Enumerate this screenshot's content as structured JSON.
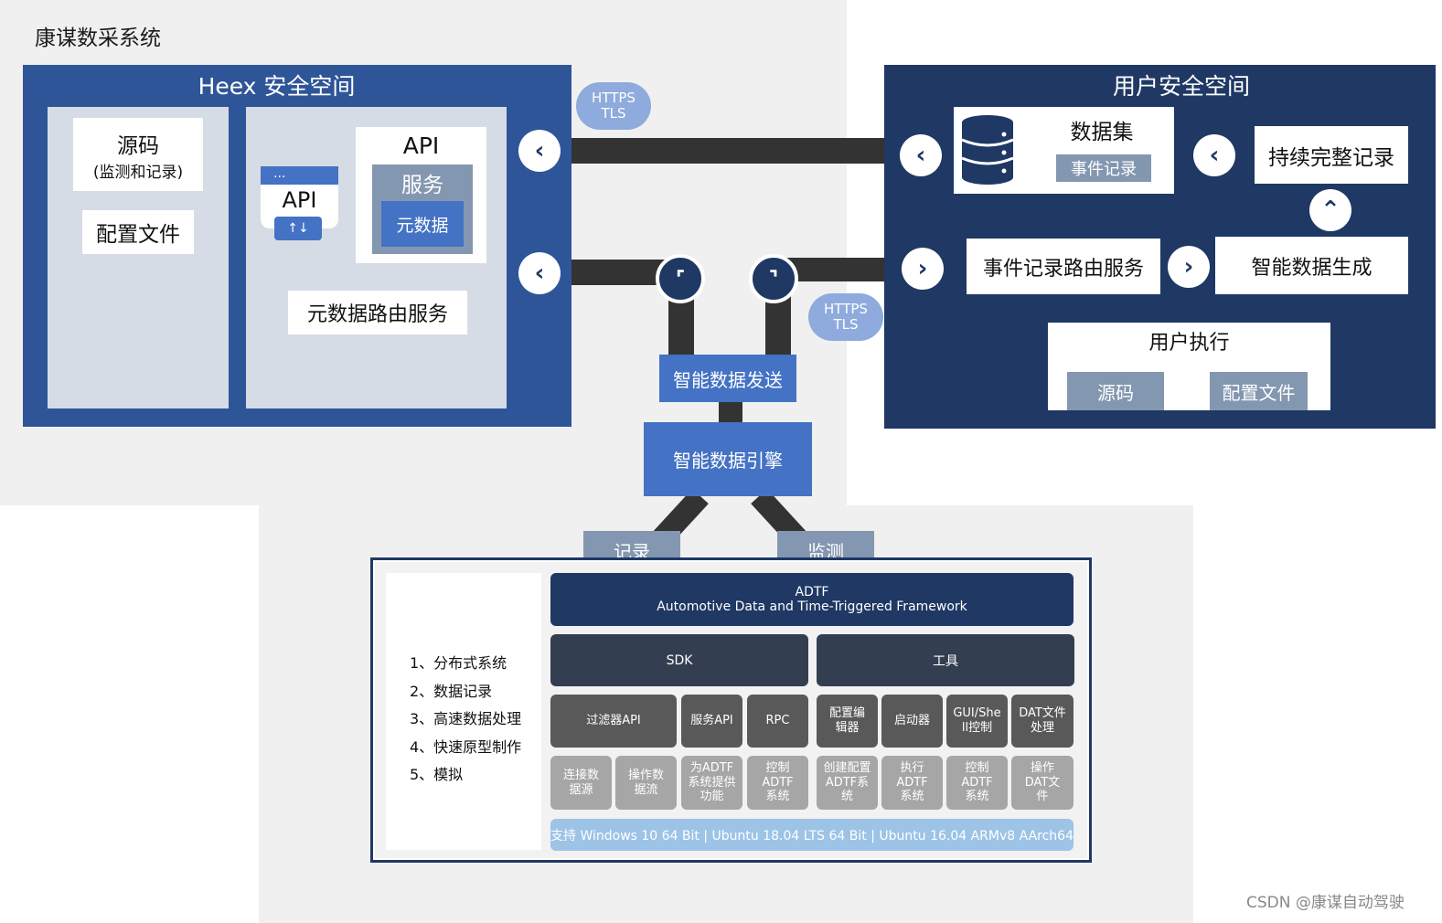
{
  "company_title": "康谋数采系统",
  "heex": {
    "title": "Heex 安全空间",
    "source_code": "源码",
    "source_code_sub": "(监测和记录)",
    "config_file": "配置文件",
    "api_icon_dots": "...",
    "api_icon_label": "API",
    "api_icon_arrows": "↑↓",
    "api_title": "API",
    "service": "服务",
    "metadata": "元数据",
    "metadata_routing": "元数据路由服务"
  },
  "connections": {
    "https_label_1": [
      "HTTPS",
      "TLS"
    ],
    "https_label_2": [
      "HTTPS",
      "TLS"
    ]
  },
  "user_space": {
    "title": "用户安全空间",
    "dataset": "数据集",
    "event_record": "事件记录",
    "continuous_record": "持续完整记录",
    "event_routing": "事件记录路由服务",
    "smart_data_gen": "智能数据生成",
    "user_exec": "用户执行",
    "exec_source": "源码",
    "exec_config": "配置文件"
  },
  "smart_send": "智能数据发送",
  "smart_engine": "智能数据引擎",
  "record_tag": "记录",
  "monitor_tag": "监测",
  "features": [
    "1、分布式系统",
    "2、数据记录",
    "3、高速数据处理",
    "4、快速原型制作",
    "5、模拟"
  ],
  "adtf": {
    "title": "ADTF",
    "subtitle": "Automotive Data and Time-Triggered Framework",
    "sdk": "SDK",
    "tools": "工具",
    "row1": [
      "过滤器API",
      "服务API",
      "RPC",
      "配置编辑器",
      "启动器",
      "GUI/Shell控制",
      "DAT文件处理"
    ],
    "row2": [
      "连接数据源",
      "操作数据流",
      "为ADTF系统提供功能",
      "控制ADTF系统",
      "创建配置ADTF系统",
      "执行ADTF系统",
      "控制ADTF系统",
      "操作DAT文件"
    ],
    "support": "支持 Windows 10 64 Bit | Ubuntu 18.04 LTS 64 Bit | Ubuntu 16.04 ARMv8 AArch64"
  },
  "watermark": "CSDN @康谋自动驾驶",
  "icons": {
    "left_arrow": "chevron-left-icon",
    "right_arrow": "chevron-right-icon",
    "up_arrow": "chevron-up-icon",
    "database": "database-icon"
  },
  "colors": {
    "heex_blue": "#2e5597",
    "navy": "#1f3864",
    "accent_blue": "#4472c4",
    "slate": "#8497b0",
    "pill": "#8faadc"
  }
}
